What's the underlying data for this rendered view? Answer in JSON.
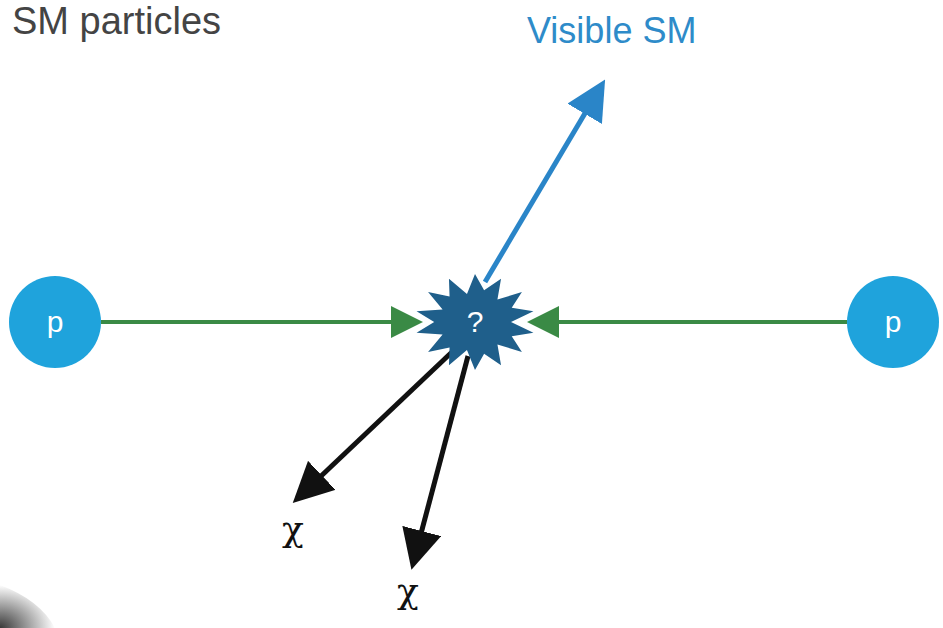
{
  "diagram": {
    "nodes": [
      {
        "text": [
          "p"
        ]
      },
      {
        "text": [
          "?"
        ]
      },
      {
        "text": [
          "p"
        ]
      }
    ],
    "edges": [
      {
        "from": 0,
        "to": 1,
        "arrow": "to"
      },
      {
        "from": 2,
        "to": 1,
        "arrow": "to"
      }
    ],
    "labels": [
      "SM particles",
      "Visible SM",
      "χ",
      "χ"
    ]
  }
}
